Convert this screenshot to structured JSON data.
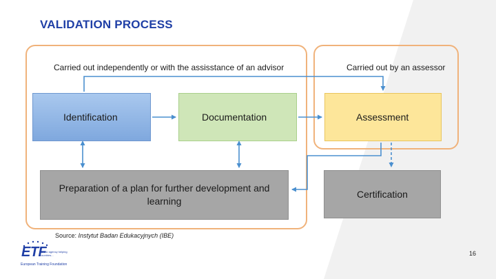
{
  "slide": {
    "title": "VALIDATION PROCESS",
    "page_number": "16"
  },
  "frames": {
    "left_label": "Carried out independently or with the assisstance of an advisor",
    "right_label": "Carried out by an assessor"
  },
  "boxes": {
    "identification": "Identification",
    "documentation": "Documentation",
    "assessment": "Assessment",
    "preparation": "Preparation of a plan for further development and learning",
    "certification": "Certification"
  },
  "source": {
    "prefix": "Source:",
    "text": "Instytut Badan Edukacyjnych (IBE)"
  },
  "logo": {
    "mark": "ETF",
    "tagline": "An EU agency helping countries...",
    "org": "European Training Foundation"
  },
  "colors": {
    "title": "#1f3fa6",
    "frame": "#f0b27a",
    "arrow": "#4a8fcf",
    "identification_box": "#8fb4e4",
    "documentation_box": "#cfe6b8",
    "assessment_box": "#fde69a",
    "grey_box": "#a6a6a6"
  }
}
